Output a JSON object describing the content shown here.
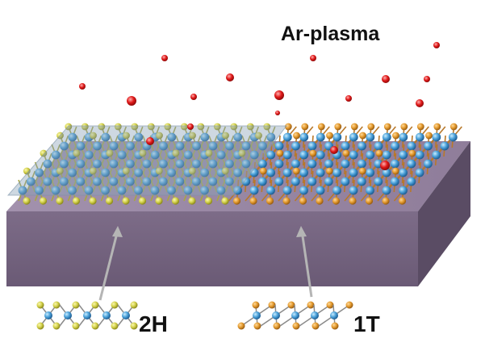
{
  "title": "Ar-plasma",
  "phases": [
    {
      "label": "2H",
      "atom_color": "#d2d04a",
      "metal_color": "#5aa8d8"
    },
    {
      "label": "1T",
      "atom_color": "#e39a2e",
      "metal_color": "#3a95d0"
    }
  ],
  "colors": {
    "substrate_top": "#9b87a6",
    "substrate_front": "#6e5e79",
    "substrate_side": "#5a4c64",
    "plasma_ion": "#e01818",
    "overlay_sheet": "#8aa3b8",
    "arrow": "#b5b5b5"
  }
}
